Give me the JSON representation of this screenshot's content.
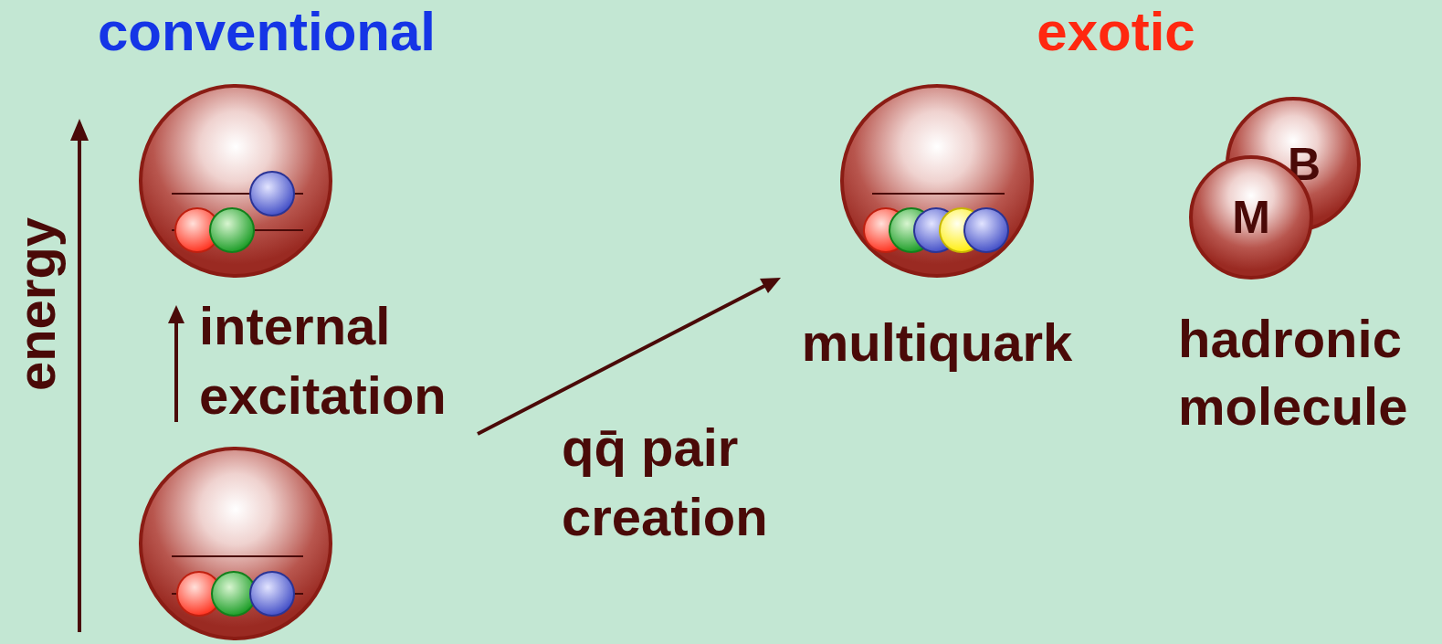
{
  "diagram": {
    "nodes": [
      {
        "text": [
          "multiquark"
        ]
      },
      {
        "text": [
          "B"
        ]
      },
      {
        "text": [
          "M"
        ]
      }
    ],
    "labels": [
      "conventional",
      "exotic",
      "energy",
      "internal excitation",
      "qq̄ pair creation",
      "hadronic molecule"
    ]
  }
}
